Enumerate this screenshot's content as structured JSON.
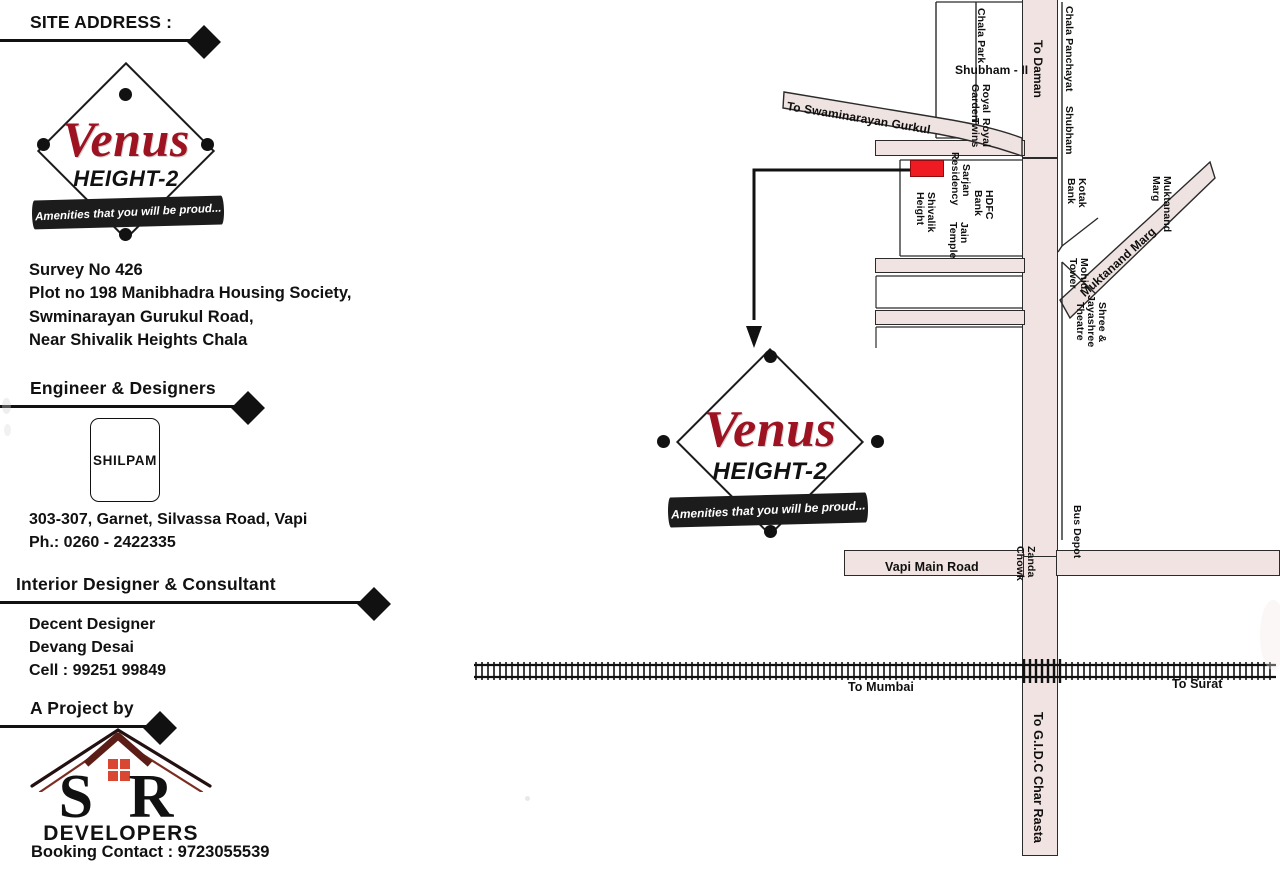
{
  "brand": {
    "name": "Venus",
    "sub": "HEIGHT-2",
    "tagline": "Amenities that you will be proud...",
    "accent_color": "#9d1322",
    "marker_color": "#ee1b22",
    "road_fill": "#f1e3e1"
  },
  "sections": [
    {
      "id": "site-address",
      "label": "SITE ADDRESS :"
    },
    {
      "id": "engineer-designers",
      "label": "Engineer & Designers"
    },
    {
      "id": "interior-designer",
      "label": "Interior Designer & Consultant"
    },
    {
      "id": "project-by",
      "label": "A Project by"
    }
  ],
  "site_address": {
    "lines": [
      "Survey No 426",
      "Plot no 198 Manibhadra Housing Society,",
      "Swminarayan  Gurukul Road,",
      "Near Shivalik Heights Chala"
    ]
  },
  "engineer": {
    "logo_text": "SHILPAM",
    "lines": [
      "303-307, Garnet, Silvassa Road, Vapi",
      "Ph.: 0260 - 2422335"
    ]
  },
  "interior": {
    "lines": [
      "Decent Designer",
      "Devang Desai",
      "Cell :  99251 99849"
    ]
  },
  "developer": {
    "letters": "S R",
    "word": "DEVELOPERS",
    "booking": "Booking Contact : 9723055539"
  },
  "map": {
    "roads": [
      {
        "name": "to-daman-road",
        "label": "To Daman",
        "orientation": "vertical"
      },
      {
        "name": "to-swaminarayan-gurkul-road",
        "label": "To Swaminarayan Gurkul",
        "orientation": "diagonal"
      },
      {
        "name": "muktanand-marg-road",
        "label": "Muktanand Marg",
        "orientation": "diagonal"
      },
      {
        "name": "vapi-main-road",
        "label": "Vapi Main Road",
        "orientation": "horizontal"
      },
      {
        "name": "to-gidc-char-rasta-road",
        "label": "To G.I.D.C Char Rasta",
        "orientation": "vertical"
      }
    ],
    "landmarks": [
      {
        "name": "chala-panchayat",
        "label": "Chala Panchayat"
      },
      {
        "name": "chala-park",
        "label": "Chala Park"
      },
      {
        "name": "shubham-2",
        "label": "Shubham - II"
      },
      {
        "name": "royal-garden",
        "label": "Royal\nGarden"
      },
      {
        "name": "royal-twins",
        "label": "Royal\nTwins"
      },
      {
        "name": "shubham",
        "label": "Shubham"
      },
      {
        "name": "kotak-bank",
        "label": "Kotak\nBank"
      },
      {
        "name": "sarjan-residency",
        "label": "Sarjan\nResidency"
      },
      {
        "name": "hdfc-bank",
        "label": "HDFC\nBank"
      },
      {
        "name": "shivalik-height",
        "label": "Shivalik\nHeight"
      },
      {
        "name": "jain-temple",
        "label": "Jain\nTemple"
      },
      {
        "name": "mohid-tower",
        "label": "Mohid\nTower"
      },
      {
        "name": "muktanand-marg-area",
        "label": "Muktanand\nMarg"
      },
      {
        "name": "shree-jayashree-theatre",
        "label": "Shree &\nJayashree\nTheatre"
      },
      {
        "name": "bus-depot",
        "label": "Bus Depot"
      },
      {
        "name": "zanda-chowk",
        "label": "Zanda\nChowk"
      }
    ],
    "labels": {
      "chala_panchayat": "Chala Panchayat",
      "chala_park": "Chala Park",
      "to_daman": "To Daman",
      "shubham_2": "Shubham - II",
      "royal_garden_a": "Royal",
      "royal_garden_b": "Garden",
      "royal_twins_a": "Royal",
      "royal_twins_b": "Twins",
      "shubham": "Shubham",
      "kotak_a": "Kotak",
      "kotak_b": "Bank",
      "to_swaminarayan": "To Swaminarayan Gurkul",
      "sarjan_a": "Sarjan",
      "sarjan_b": "Residency",
      "hdfc_a": "HDFC",
      "hdfc_b": "Bank",
      "shivalik_a": "Shivalik",
      "shivalik_b": "Height",
      "jain_a": "Jain",
      "jain_b": "Temple",
      "muktanand_road": "Muktanand Marg",
      "muktanand_area_a": "Muktanand",
      "muktanand_area_b": "Marg",
      "mohid_a": "Mohid",
      "mohid_b": "Tower",
      "shree_a": "Shree &",
      "shree_b": "Jayashree",
      "shree_c": "Theatre",
      "bus_depot": "Bus Depot",
      "vapi_main_road": "Vapi Main Road",
      "zanda_a": "Zanda",
      "zanda_b": "Chowk",
      "to_mumbai": "To Mumbai",
      "to_surat": "To Surat",
      "to_gidc": "To G.I.D.C Char Rasta"
    }
  }
}
